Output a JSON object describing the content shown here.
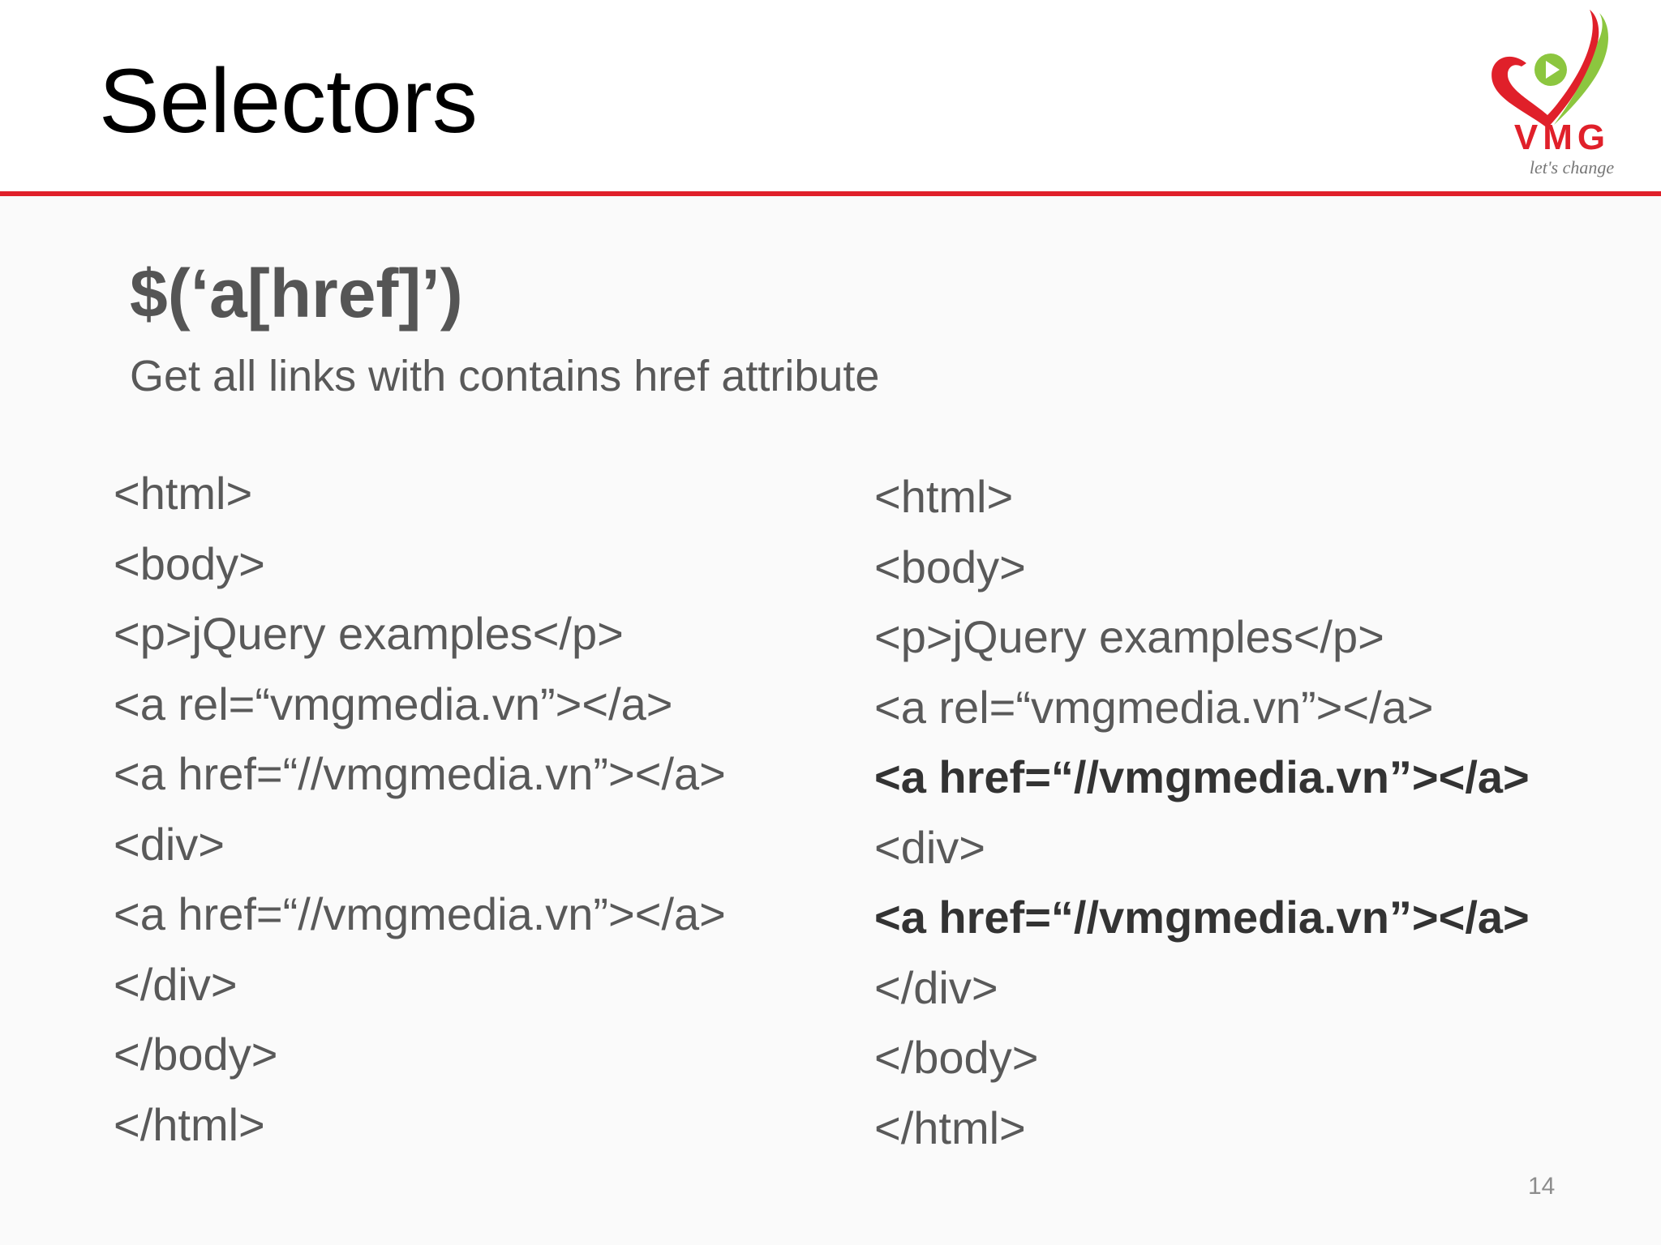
{
  "slide": {
    "title": "Selectors",
    "page_number": "14"
  },
  "logo": {
    "wordmark": "VMG",
    "tagline": "let's change"
  },
  "example": {
    "selector": "$(‘a[href]’)",
    "description": "Get all links with contains href attribute"
  },
  "code_columns": {
    "source": {
      "lines": [
        {
          "text": "<html>",
          "highlighted": false
        },
        {
          "text": "<body>",
          "highlighted": false
        },
        {
          "text": "<p>jQuery examples</p>",
          "highlighted": false
        },
        {
          "text": "<a rel=“vmgmedia.vn”></a>",
          "highlighted": false
        },
        {
          "text": "<a href=“//vmgmedia.vn”></a>",
          "highlighted": false
        },
        {
          "text": "<div>",
          "highlighted": false
        },
        {
          "text": "<a href=“//vmgmedia.vn”></a>",
          "highlighted": false
        },
        {
          "text": "</div>",
          "highlighted": false
        },
        {
          "text": "</body>",
          "highlighted": false
        },
        {
          "text": "</html>",
          "highlighted": false
        }
      ]
    },
    "result": {
      "lines": [
        {
          "text": "<html>",
          "highlighted": false
        },
        {
          "text": "<body>",
          "highlighted": false
        },
        {
          "text": "<p>jQuery examples</p>",
          "highlighted": false
        },
        {
          "text": "<a rel=“vmgmedia.vn”></a>",
          "highlighted": false
        },
        {
          "text": "<a href=“//vmgmedia.vn”></a>",
          "highlighted": true
        },
        {
          "text": "<div>",
          "highlighted": false
        },
        {
          "text": "<a href=“//vmgmedia.vn”></a>",
          "highlighted": true
        },
        {
          "text": "</div>",
          "highlighted": false
        },
        {
          "text": "</body>",
          "highlighted": false
        },
        {
          "text": "</html>",
          "highlighted": false
        }
      ]
    }
  },
  "colors": {
    "accent_red": "#e0202a",
    "logo_green": "#8cc63f",
    "body_text": "#595959",
    "highlight_text": "#333333"
  }
}
